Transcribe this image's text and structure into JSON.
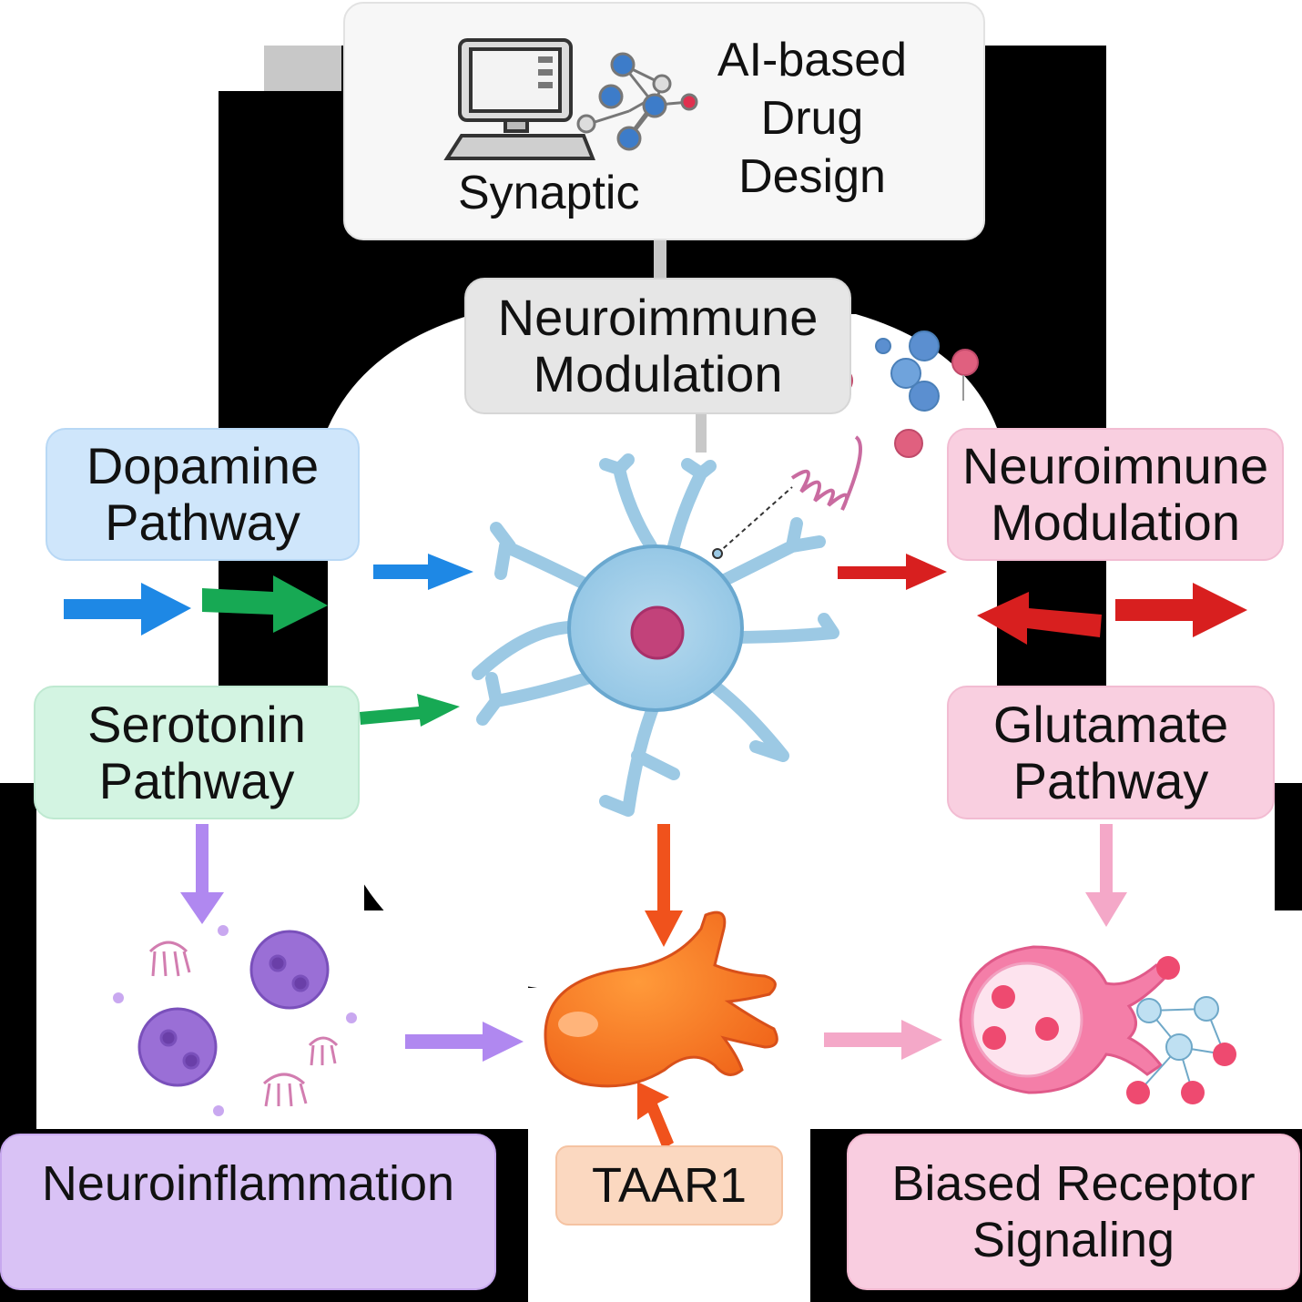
{
  "top": {
    "synaptic": "Synaptic",
    "ai_lines": [
      "AI-based",
      "Drug",
      "Design"
    ]
  },
  "neuroimmune_center": {
    "lines": [
      "Neuroimmune",
      "Modulation"
    ]
  },
  "neuroimmune_right": {
    "lines": [
      "Neuroimnune",
      "Modulation"
    ]
  },
  "dopamine": {
    "lines": [
      "Dopamine",
      "Pathway"
    ]
  },
  "serotonin": {
    "lines": [
      "Serotonin",
      "Pathway"
    ]
  },
  "glutamate": {
    "lines": [
      "Glutamate",
      "Pathway"
    ]
  },
  "neuroinflammation": {
    "label": "Neuroinflammation"
  },
  "taar1": {
    "label": "TAAR1"
  },
  "biased": {
    "lines": [
      "Biased Receptor",
      "Signaling"
    ]
  },
  "colors": {
    "dopamine_fill": "#cfe6fb",
    "serotonin_fill": "#d3f4e2",
    "glutamate_fill": "#f9cfe0",
    "neuroinflammation_fill": "#d9c2f5",
    "taar1_fill": "#fbd8c0",
    "biased_fill": "#f9cde0",
    "neuroimmune_center_fill": "#e6e6e6",
    "top_fill": "#f7f7f7",
    "arrow_blue": "#1e88e5",
    "arrow_green": "#17a954",
    "arrow_red": "#d81f1f",
    "arrow_orange": "#f0521c",
    "arrow_purple": "#b088f0",
    "arrow_pink": "#f4a8c8"
  }
}
